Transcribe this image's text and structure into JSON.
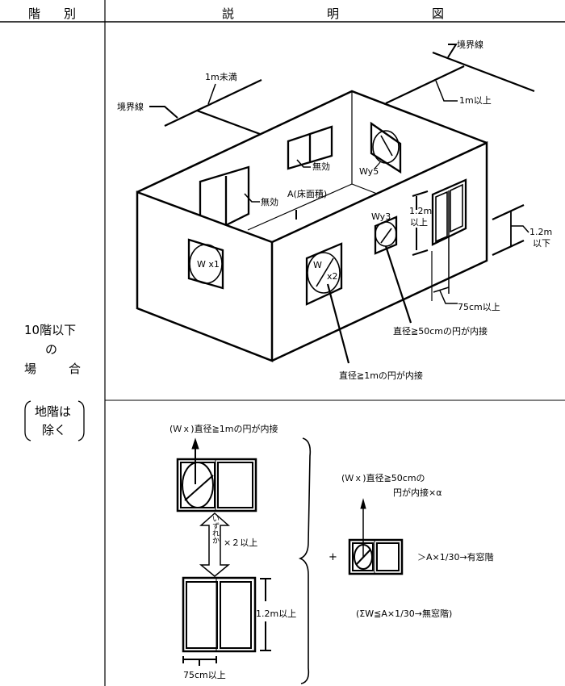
{
  "header": {
    "col1": [
      "階",
      "別"
    ],
    "col2": [
      "説",
      "明",
      "図"
    ]
  },
  "left_column": {
    "line1": "10階以下",
    "line2": "の",
    "line3_a": "場",
    "line3_b": "合",
    "note_line1": "地階は",
    "note_line2": "除く"
  },
  "upper_diagram": {
    "boundary_left": "境界線",
    "boundary_right": "境界線",
    "less_than_1m": "1m未満",
    "at_least_1m": "1m以上",
    "invalid_top": "無効",
    "invalid_left": "無効",
    "floor_area": "A(床面積)",
    "wy5": "Wy5",
    "wy3": "Wy3",
    "w_x1": "W x1",
    "w": "W",
    "x2": "x2",
    "height_min_1": "1.2m",
    "height_min_2": "以上",
    "sill_max_1": "1.2m",
    "sill_max_2": "以下",
    "width_min": "75cm以上",
    "circle_50cm": "直径≧50cmの円が内接",
    "circle_1m": "直径≧1mの円が内接"
  },
  "lower_diagram": {
    "wx_1m": "(Ｗｘ)直径≧1mの円が内接",
    "either": "いずれか",
    "times2": "×２以上",
    "height_min": "1.2m以上",
    "width_min": "75cm以上",
    "wx_50cm_1": "(Ｗｘ)直径≧50cmの",
    "wx_50cm_2": "円が内接×α",
    "plus": "+",
    "result_windowed": "＞A×1/30→有窓階",
    "result_windowless": "(ΣW≦A×1/30→無窓階)"
  }
}
